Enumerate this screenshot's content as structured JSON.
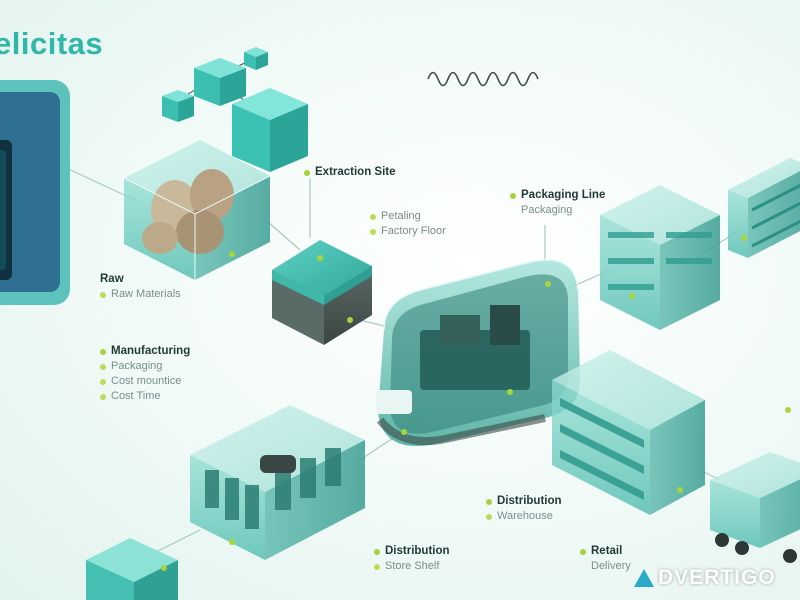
{
  "brand": {
    "title": "elicitas"
  },
  "labels": {
    "raw": {
      "title": "Raw",
      "items": [
        "Raw Materials"
      ]
    },
    "extraction": {
      "title": "Extraction Site",
      "items": []
    },
    "petaling": {
      "title": "",
      "items": [
        "Petaling",
        "Factory Floor"
      ]
    },
    "packaging_line": {
      "title": "Packaging Line",
      "items": [
        "Packaging"
      ]
    },
    "manufacturing": {
      "title": "Manufacturing",
      "items": [
        "Packaging",
        "Cost mountice",
        "Cost Time"
      ]
    },
    "distribution_warehouse": {
      "title": "Distribution",
      "items": [
        "Warehouse"
      ]
    },
    "distribution_store": {
      "title": "Distribution",
      "items": [
        "Store Shelf"
      ]
    },
    "retail": {
      "title": "Retail",
      "items": [
        "Delivery"
      ]
    }
  },
  "watermark": {
    "text": "DVERTIGO"
  },
  "colors": {
    "accent": "#2fb7a9",
    "node_dot": "#a4d23a",
    "glass": "#7fd3c8",
    "dark": "#4a5652"
  }
}
